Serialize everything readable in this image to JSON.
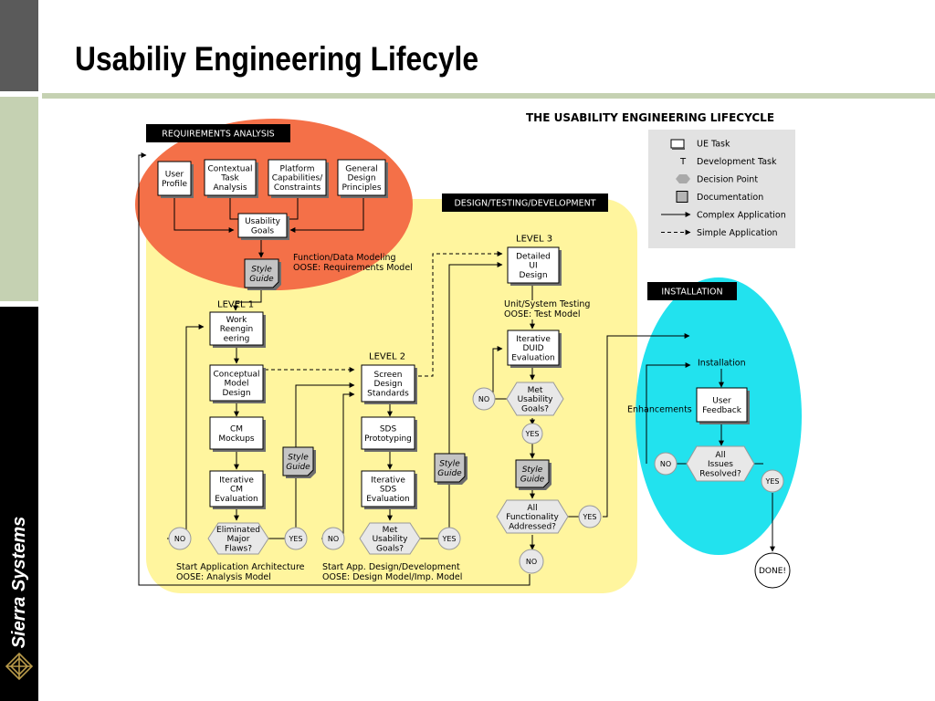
{
  "slide": {
    "title": "Usabiliy Engineering Lifecyle",
    "brand": "Sierra Systems"
  },
  "diagram": {
    "title": "THE USABILITY ENGINEERING LIFECYCLE",
    "sections": {
      "requirements": "REQUIREMENTS ANALYSIS",
      "design": "DESIGN/TESTING/DEVELOPMENT",
      "installation": "INSTALLATION"
    },
    "legend": [
      {
        "symbol": "ue-task",
        "label": "UE Task"
      },
      {
        "symbol": "dev-task",
        "glyph": "T",
        "label": "Development  Task"
      },
      {
        "symbol": "decision-point",
        "label": "Decision Point"
      },
      {
        "symbol": "documentation",
        "label": "Documentation"
      },
      {
        "symbol": "complex-application",
        "label": "Complex Application"
      },
      {
        "symbol": "simple-application",
        "label": "Simple Application"
      }
    ],
    "requirements": {
      "user_profile": [
        "User",
        "Profile"
      ],
      "contextual_task": [
        "Contextual",
        "Task",
        "Analysis"
      ],
      "platform": [
        "Platform",
        "Capabilities/",
        "Constraints"
      ],
      "general_design": [
        "General",
        "Design",
        "Principles"
      ],
      "usability_goals": [
        "Usability",
        "Goals"
      ],
      "style_guide": [
        "Style",
        "Guide"
      ]
    },
    "notes": {
      "function_data": [
        "Function/Data Modeling",
        "OOSE:  Requirements Model"
      ],
      "unit_system": [
        "Unit/System Testing",
        "OOSE:  Test Model"
      ],
      "start_arch": [
        "Start  Application Architecture",
        "OOSE:  Analysis Model"
      ],
      "start_app": [
        "Start  App. Design/Development",
        "OOSE:  Design Model/Imp. Model"
      ]
    },
    "levels": {
      "level1": "LEVEL 1",
      "level2": "LEVEL 2",
      "level3": "LEVEL 3"
    },
    "level1": {
      "work_reengineering": [
        "Work",
        "Reengin",
        "eering"
      ],
      "conceptual_model": [
        "Conceptual",
        "Model",
        "Design"
      ],
      "cm_mockups": [
        "CM",
        "Mockups"
      ],
      "iterative_cm": [
        "Iterative",
        "CM",
        "Evaluation"
      ],
      "eliminated_flaws": [
        "Eliminated",
        "Major",
        "Flaws?"
      ],
      "style_guide": [
        "Style",
        "Guide"
      ]
    },
    "level2": {
      "screen_design": [
        "Screen",
        "Design",
        "Standards"
      ],
      "sds_prototyping": [
        "SDS",
        "Prototyping"
      ],
      "iterative_sds": [
        "Iterative",
        "SDS",
        "Evaluation"
      ],
      "met_goals": [
        "Met",
        "Usability",
        "Goals?"
      ],
      "style_guide": [
        "Style",
        "Guide"
      ]
    },
    "level3": {
      "detailed_ui": [
        "Detailed",
        "UI",
        "Design"
      ],
      "iterative_duid": [
        "Iterative",
        "DUID",
        "Evaluation"
      ],
      "met_goals": [
        "Met",
        "Usability",
        "Goals?"
      ],
      "style_guide": [
        "Style",
        "Guide"
      ],
      "all_functionality": [
        "All",
        "Functionality",
        "Addressed?"
      ]
    },
    "installation": {
      "installation_label": "Installation",
      "user_feedback": [
        "User",
        "Feedback"
      ],
      "enhancements": "Enhancements",
      "all_issues": [
        "All",
        "Issues",
        "Resolved?"
      ],
      "done": "DONE!"
    },
    "answers": {
      "no": "NO",
      "yes": "YES"
    }
  }
}
